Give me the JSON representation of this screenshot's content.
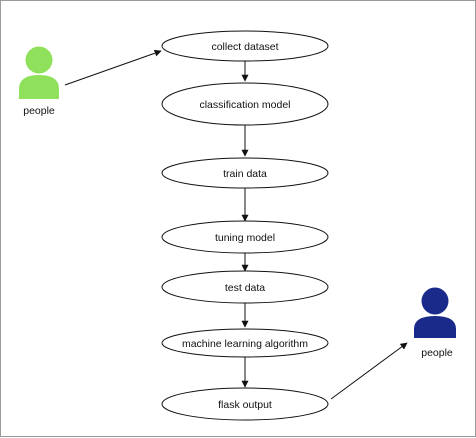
{
  "diagram": {
    "actors": [
      {
        "label": "people",
        "color": "#8fe05a"
      },
      {
        "label": "people",
        "color": "#1a2a8a"
      }
    ],
    "nodes": [
      {
        "label": "collect dataset"
      },
      {
        "label": "classification model"
      },
      {
        "label": "train data"
      },
      {
        "label": "tuning model"
      },
      {
        "label": "test data"
      },
      {
        "label": "machine learning algorithm"
      },
      {
        "label": "flask output"
      }
    ]
  }
}
